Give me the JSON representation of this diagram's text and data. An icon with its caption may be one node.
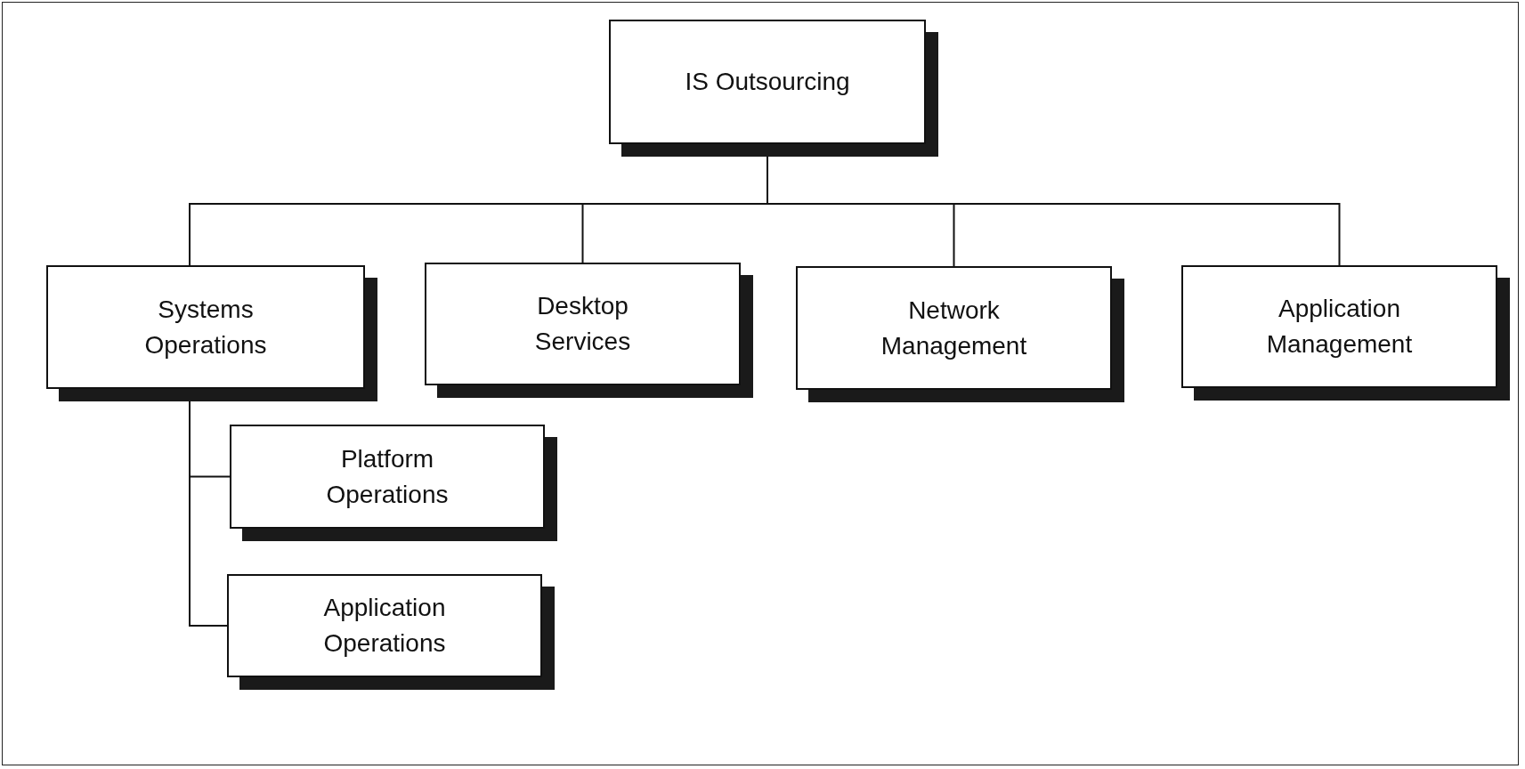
{
  "diagram": {
    "nodes": [
      {
        "text": [
          "IS Outsourcing"
        ]
      },
      {
        "text": [
          "Systems Operations"
        ]
      },
      {
        "text": [
          "Desktop Services"
        ]
      },
      {
        "text": [
          "Network Management"
        ]
      },
      {
        "text": [
          "Application Management"
        ]
      },
      {
        "text": [
          "Platform Operations"
        ]
      },
      {
        "text": [
          "Application Operations"
        ]
      }
    ],
    "edges": [
      {
        "from": 0,
        "to": 1,
        "arrow": "none"
      },
      {
        "from": 0,
        "to": 2,
        "arrow": "none"
      },
      {
        "from": 0,
        "to": 3,
        "arrow": "none"
      },
      {
        "from": 0,
        "to": 4,
        "arrow": "none"
      },
      {
        "from": 1,
        "to": 5,
        "arrow": "none"
      },
      {
        "from": 1,
        "to": 6,
        "arrow": "none"
      }
    ]
  }
}
